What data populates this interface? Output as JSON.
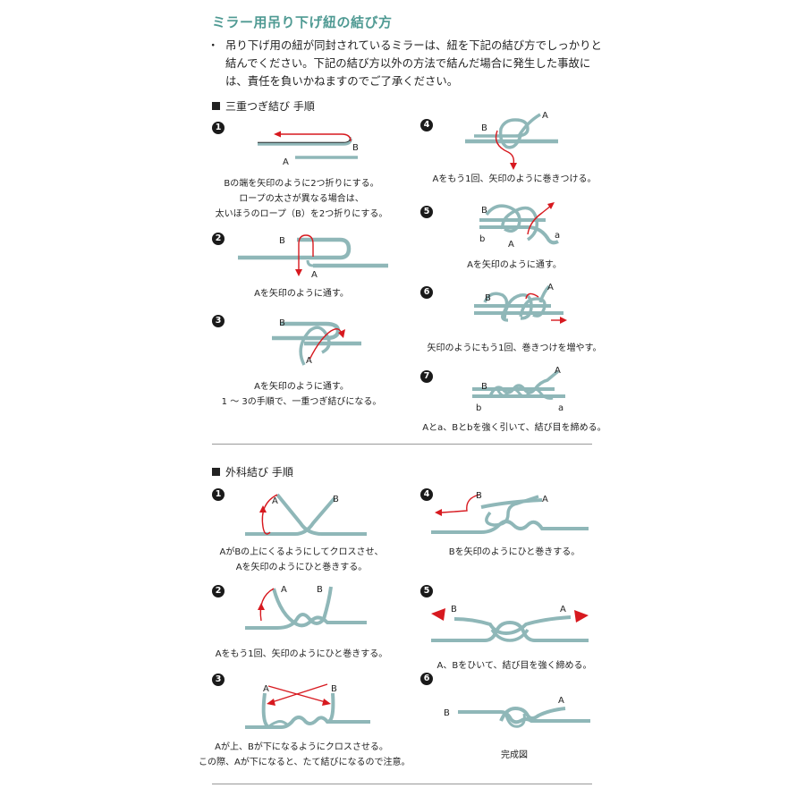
{
  "title": "ミラー用吊り下げ紐の結び方",
  "intro": {
    "bullet": "・",
    "text": "吊り下げ用の紐が同封されているミラーは、紐を下記の結び方でしっかりと結んでください。下記の結び方以外の方法で結んだ場合に発生した事故には、責任を負いかねますのでご了承ください。"
  },
  "colors": {
    "rope": "#8fb7b8",
    "arrow": "#d7191f",
    "title": "#4f9a93"
  },
  "sections": [
    {
      "heading": "三重つぎ結び 手順",
      "steps": [
        {
          "num": "1",
          "lines": [
            "Bの端を矢印のように2つ折りにする。",
            "ロープの太さが異なる場合は、",
            "太いほうのロープ（B）を2つ折りにする。"
          ],
          "labels": [
            "B",
            "A"
          ]
        },
        {
          "num": "2",
          "lines": [
            "Aを矢印のように通す。"
          ],
          "labels": [
            "B",
            "A"
          ]
        },
        {
          "num": "3",
          "lines": [
            "Aを矢印のように通す。",
            "1 ～ 3の手順で、一重つぎ結びになる。"
          ],
          "labels": [
            "B",
            "A"
          ]
        },
        {
          "num": "4",
          "lines": [
            "Aをもう1回、矢印のように巻きつける。"
          ],
          "labels": [
            "B",
            "A"
          ]
        },
        {
          "num": "5",
          "lines": [
            "Aを矢印のように通す。"
          ],
          "labels": [
            "B",
            "b",
            "A",
            "a"
          ]
        },
        {
          "num": "6",
          "lines": [
            "矢印のようにもう1回、巻きつけを増やす。"
          ],
          "labels": [
            "B",
            "A"
          ]
        },
        {
          "num": "7",
          "lines": [
            "Aとa、Bとbを強く引いて、結び目を締める。"
          ],
          "labels": [
            "B",
            "b",
            "A",
            "a"
          ]
        }
      ]
    },
    {
      "heading": "外科結び 手順",
      "steps": [
        {
          "num": "1",
          "lines": [
            "AがBの上にくるようにしてクロスさせ、",
            "Aを矢印のようにひと巻きする。"
          ],
          "labels": [
            "A",
            "B"
          ]
        },
        {
          "num": "2",
          "lines": [
            "Aをもう1回、矢印のようにひと巻きする。"
          ],
          "labels": [
            "A",
            "B"
          ]
        },
        {
          "num": "3",
          "lines": [
            "Aが上、Bが下になるようにクロスさせる。",
            "この際、Aが下になると、たて結びになるので注意。"
          ],
          "labels": [
            "A",
            "B"
          ]
        },
        {
          "num": "4",
          "lines": [
            "Bを矢印のようにひと巻きする。"
          ],
          "labels": [
            "B",
            "A"
          ]
        },
        {
          "num": "5",
          "lines": [
            "A、Bをひいて、結び目を強く締める。"
          ],
          "labels": [
            "B",
            "A"
          ]
        },
        {
          "num": "6",
          "lines": [
            "完成図"
          ],
          "labels": [
            "B",
            "A"
          ]
        }
      ]
    }
  ]
}
